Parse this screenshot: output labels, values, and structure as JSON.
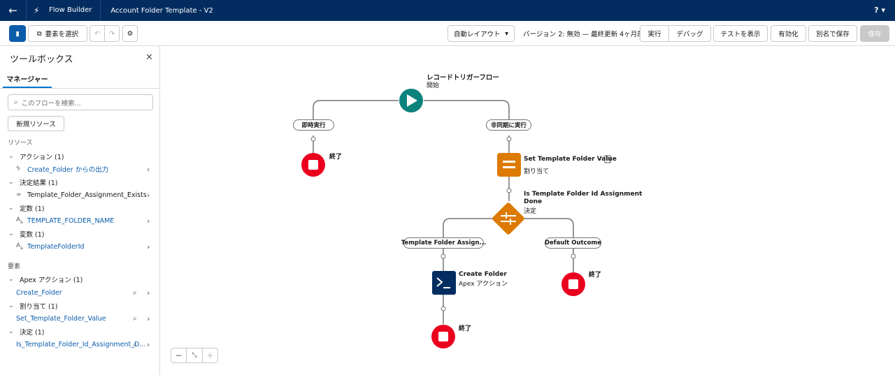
{
  "topbar": {
    "back_icon": "back-arrow-icon",
    "app_name": "Flow Builder",
    "flow_name": "Account Folder Template - V2",
    "help_label": "? ▾"
  },
  "toolbar": {
    "select_elements": "要素を選択",
    "auto_layout": "自動レイアウト",
    "version_status": "バージョン 2: 無効 — 最終更新 4ヶ月前",
    "run": "実行",
    "debug": "デバッグ",
    "view_tests": "テストを表示",
    "activate": "有効化",
    "save_as": "別名で保存",
    "save": "保存"
  },
  "sidebar": {
    "title": "ツールボックス",
    "tab": "マネージャー",
    "search_placeholder": "このフローを検索...",
    "new_resource": "新規リソース",
    "resources_heading": "リソース",
    "elements_heading": "要素",
    "resources": [
      {
        "group": "アクション (1)",
        "item": "Create_Folder からの出力",
        "icon": "lightning-icon"
      },
      {
        "group": "決定結果 (1)",
        "item": "Template_Folder_Assignment_Exists",
        "icon": "outcome-icon"
      },
      {
        "group": "定数 (1)",
        "item": "TEMPLATE_FOLDER_NAME",
        "icon": "text-icon"
      },
      {
        "group": "変数 (1)",
        "item": "TemplateFolderId",
        "icon": "text-icon"
      }
    ],
    "elements": [
      {
        "group": "Apex アクション (1)",
        "item": "Create_Folder"
      },
      {
        "group": "割り当て (1)",
        "item": "Set_Template_Folder_Value"
      },
      {
        "group": "決定 (1)",
        "item": "Is_Template_Folder_Id_Assignment_D..."
      }
    ]
  },
  "canvas": {
    "start_title": "レコードトリガーフロー",
    "start_sub": "開始",
    "path_immediate": "即時実行",
    "path_async": "非同期に実行",
    "end_label": "終了",
    "assign_title": "Set Template Folder Value",
    "assign_sub": "割り当て",
    "decision_title_1": "Is Template Folder Id Assignment",
    "decision_title_2": "Done",
    "decision_sub": "決定",
    "outcome_1": "Template Folder Assign...",
    "outcome_default": "Default Outcome",
    "action_title": "Create Folder",
    "action_sub": "Apex アクション",
    "colors": {
      "start": "#0b827c",
      "end": "#ea001e",
      "assign": "#dd7a01",
      "decision": "#dd7a01",
      "apex": "#032d60"
    }
  }
}
